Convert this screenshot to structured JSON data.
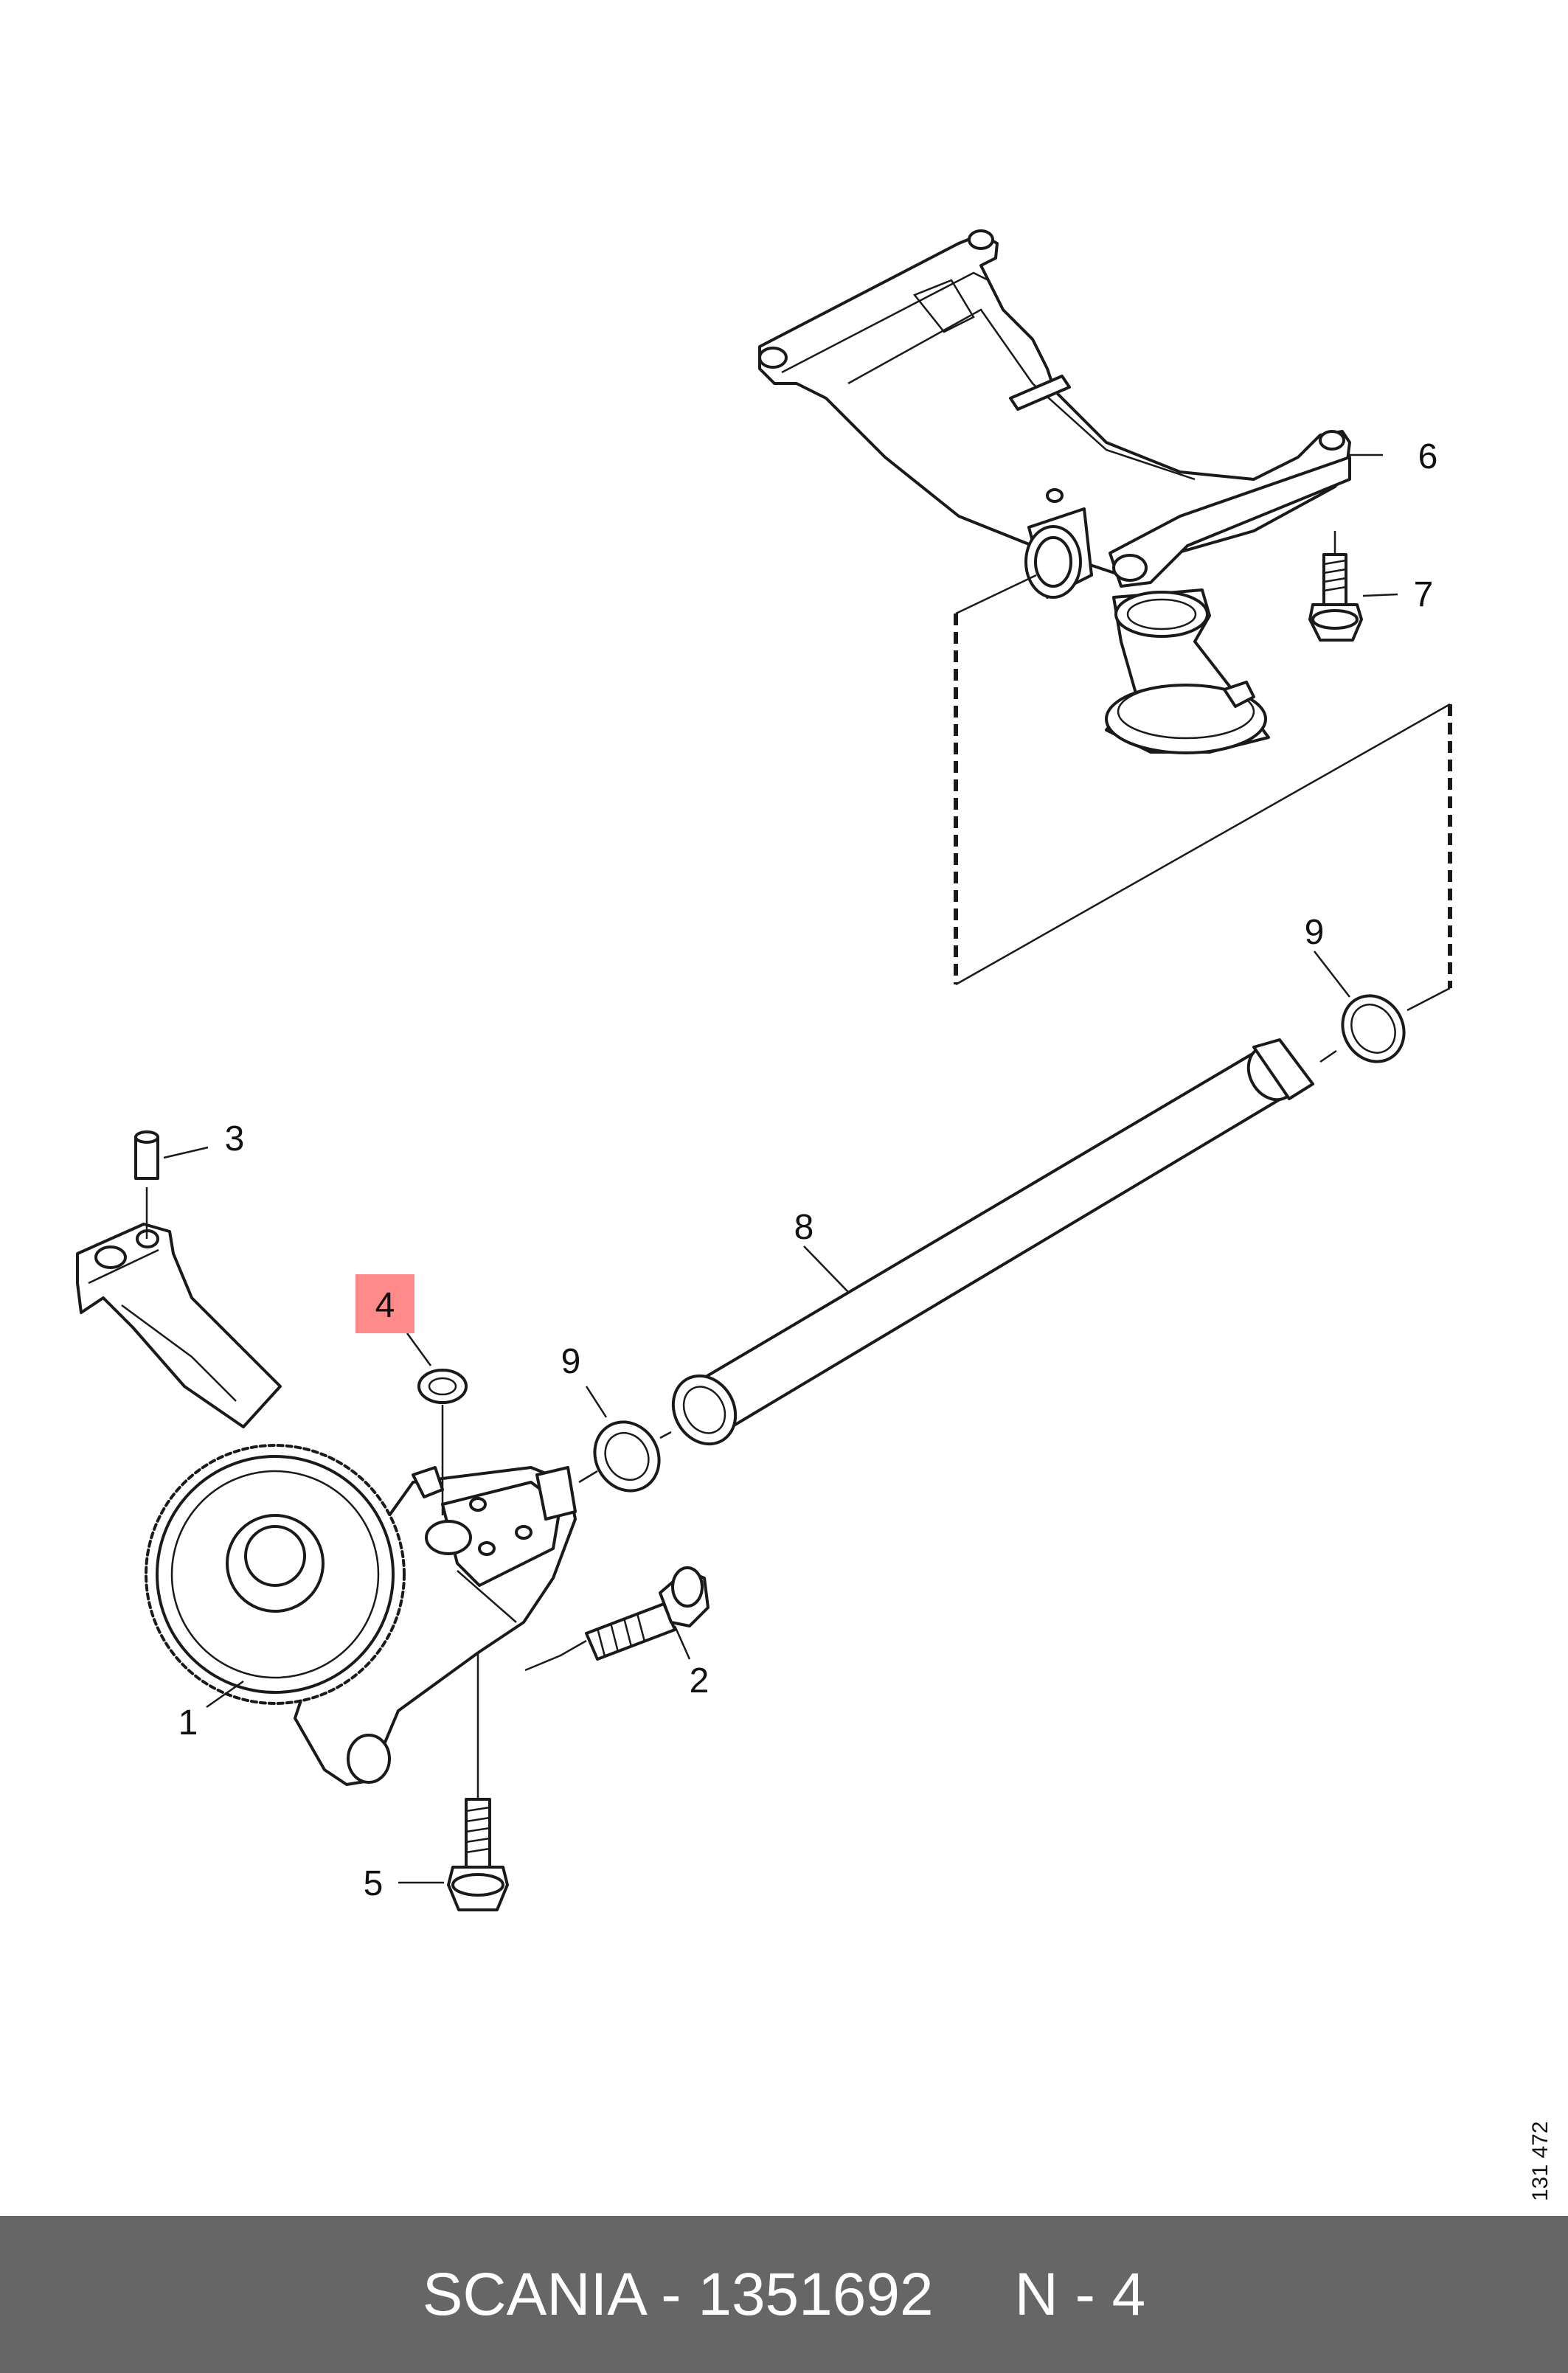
{
  "diagram": {
    "callouts": {
      "c1": "1",
      "c2": "2",
      "c3": "3",
      "c4": "4",
      "c5": "5",
      "c6": "6",
      "c7": "7",
      "c8": "8",
      "c9a": "9",
      "c9b": "9"
    },
    "reference_number": "131 472",
    "highlighted_callout": "4",
    "highlight_color": "#ff8a8a"
  },
  "footer": {
    "brand_part": "SCANIA - 1351692",
    "position_code": "N - 4",
    "background_color": "#666666"
  }
}
